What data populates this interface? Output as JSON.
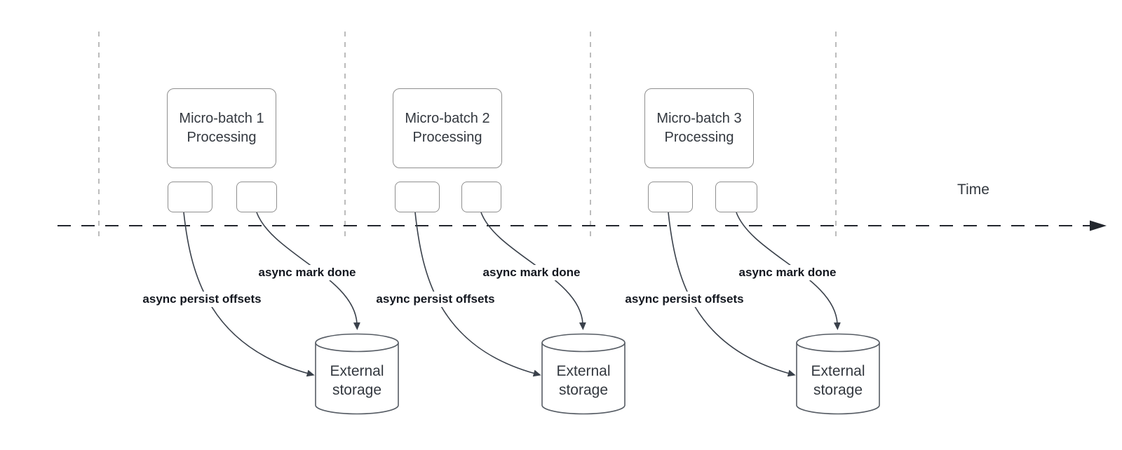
{
  "diagram": {
    "time_label": "Time",
    "batches": [
      {
        "process_box": "Micro-batch 1\nProcessing",
        "persist_arrow_label": "async persist offsets",
        "done_arrow_label": "async mark done",
        "storage": "External\nstorage"
      },
      {
        "process_box": "Micro-batch 2\nProcessing",
        "persist_arrow_label": "async persist offsets",
        "done_arrow_label": "async mark done",
        "storage": "External\nstorage"
      },
      {
        "process_box": "Micro-batch 3\nProcessing",
        "persist_arrow_label": "async persist offsets",
        "done_arrow_label": "async mark done",
        "storage": "External\nstorage"
      }
    ],
    "colors": {
      "shape_border": "#8f8f8f",
      "cyl_border": "#565c64",
      "arrow": "#3a414b",
      "timeline": "#23272e",
      "guide": "#a6a6a6",
      "label_text": "#13171f",
      "shape_text": "#33383f",
      "bg": "#ffffff"
    }
  }
}
